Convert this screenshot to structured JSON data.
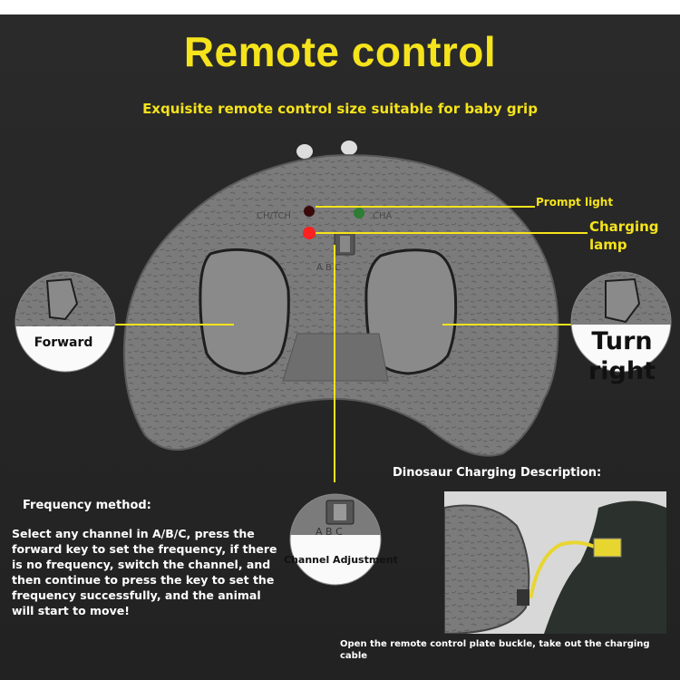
{
  "header": {
    "title": "Remote control",
    "subtitle": "Exquisite remote control size suitable for baby grip"
  },
  "remote": {
    "panel_labels": [
      "A",
      "B",
      "C"
    ],
    "indicator_labels": [
      "CH/TCH",
      "CHA"
    ]
  },
  "callouts": {
    "prompt_light": "Prompt light",
    "charging_lamp": "Charging lamp",
    "forward": "Forward",
    "turn_right": "Turn right",
    "channel_adjustment": "Channel Adjustment"
  },
  "charging": {
    "title": "Dinosaur Charging Description:",
    "caption": "Open the remote control plate buckle, take out the charging cable"
  },
  "frequency": {
    "title": "Frequency method:",
    "body": "Select any channel in A/B/C, press the forward key to set the frequency, if there is no frequency, switch the channel, and then continue to press the key to set the frequency successfully, and the animal will start to move!"
  },
  "colors": {
    "accent_yellow": "#f5e31c",
    "background": "#262626",
    "remote_grey": "#7a7a7a",
    "prompt_red": "#ff2020",
    "charge_green": "#2e7d32"
  }
}
